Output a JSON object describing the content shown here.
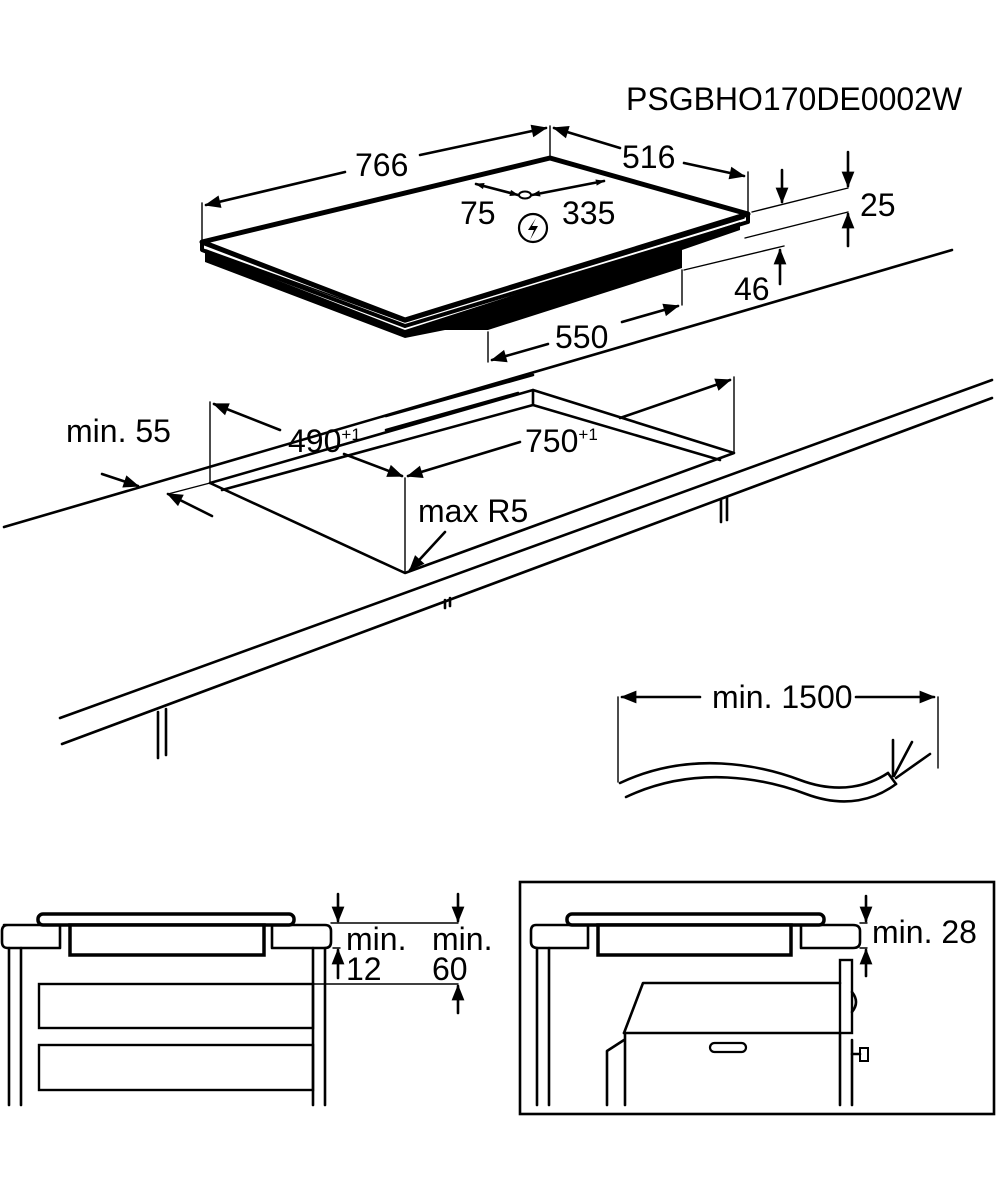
{
  "drawing": {
    "code": "PSGBHO170DE0002W",
    "title": "Hob installation dimensions (mm)"
  },
  "hob": {
    "width": "766",
    "depth": "516",
    "socket_offset_left": "75",
    "socket_offset_right": "335",
    "glass_height": "25",
    "total_height": "46",
    "body_width": "550",
    "electric_symbol": "lightning-bolt"
  },
  "cutout": {
    "depth": "490",
    "depth_tol": "+1",
    "width": "750",
    "width_tol": "+1",
    "edge_distance": "min. 55",
    "corner_radius": "max R5"
  },
  "cable": {
    "length": "min. 1500"
  },
  "section_drawers": {
    "clearance_label_1": "min.",
    "clearance_value_1": "12",
    "clearance_label_2": "min.",
    "clearance_value_2": "60"
  },
  "section_oven": {
    "clearance": "min. 28"
  }
}
